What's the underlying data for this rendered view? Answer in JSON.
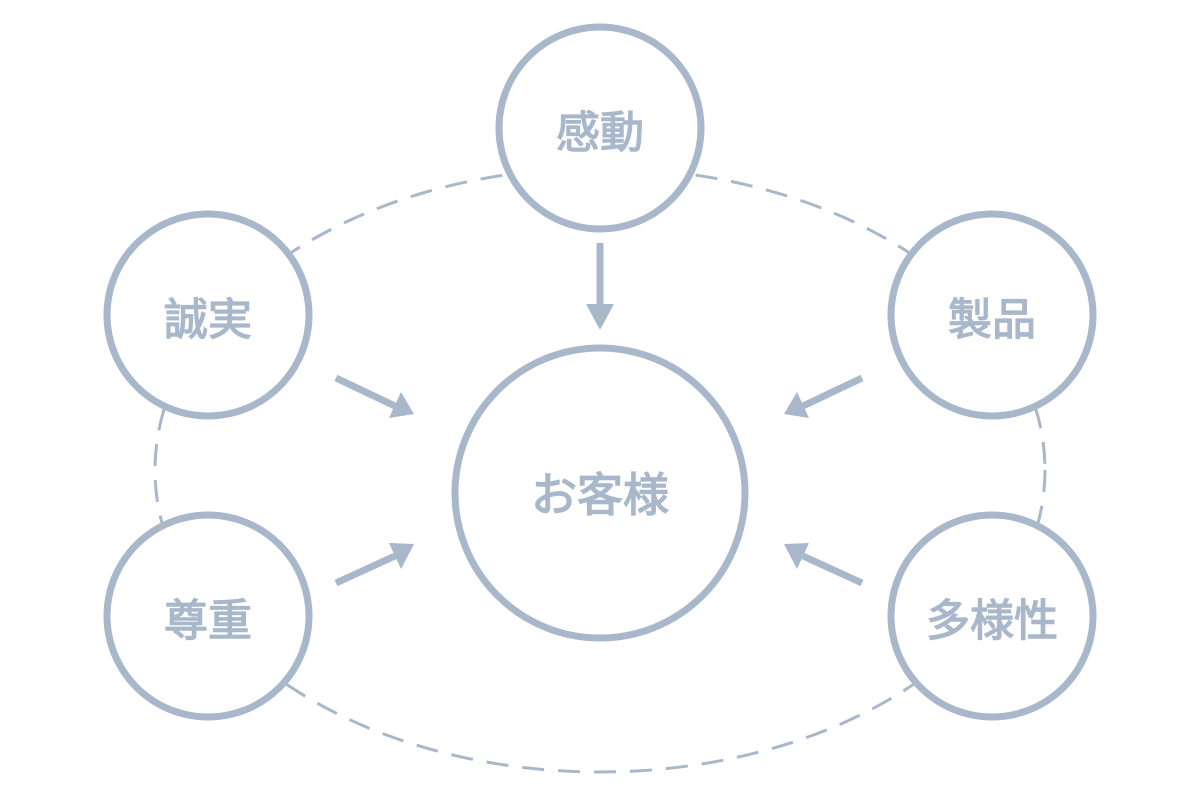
{
  "diagram": {
    "center": {
      "label": "お客様"
    },
    "nodes": [
      {
        "key": "kandou",
        "label": "感動"
      },
      {
        "key": "seijitsu",
        "label": "誠実"
      },
      {
        "key": "seihin",
        "label": "製品"
      },
      {
        "key": "sonchou",
        "label": "尊重"
      },
      {
        "key": "tayousei",
        "label": "多様性"
      }
    ]
  },
  "colors": {
    "stroke": "#a8b8ca",
    "text": "#a8b8ca",
    "background": "#ffffff"
  }
}
